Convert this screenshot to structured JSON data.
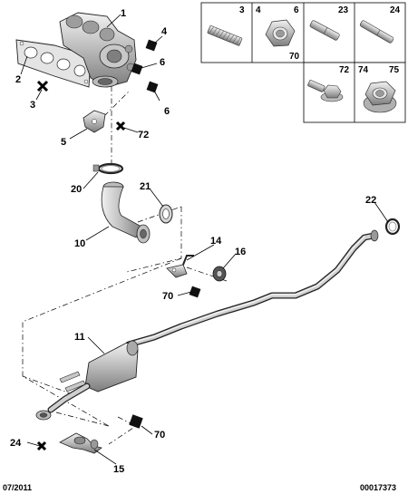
{
  "callouts": {
    "c1": "1",
    "c2": "2",
    "c3": "3",
    "c4": "4",
    "c5": "5",
    "c6a": "6",
    "c6b": "6",
    "c72": "72",
    "c20": "20",
    "c21": "21",
    "c10": "10",
    "c22": "22",
    "c14": "14",
    "c16": "16",
    "c70a": "70",
    "c11": "11",
    "c70b": "70",
    "c24": "24",
    "c15": "15"
  },
  "fastener_table": {
    "cells": [
      {
        "labels": [
          "3"
        ],
        "icon": "stud-bolt-icon"
      },
      {
        "labels": [
          "4",
          "6",
          "70"
        ],
        "icon": "hex-nut-icon"
      },
      {
        "labels": [
          "23"
        ],
        "icon": "stud-short-icon"
      },
      {
        "labels": [
          "24"
        ],
        "icon": "stud-long-icon"
      },
      {
        "labels": [
          "72"
        ],
        "icon": "flange-bolt-icon"
      },
      {
        "labels": [
          "74",
          "75"
        ],
        "icon": "flange-nut-icon"
      }
    ]
  },
  "footer": {
    "date": "07/2011",
    "code": "00017373"
  },
  "colors": {
    "line": "#000000",
    "part_fill": "#d8d8d8",
    "part_dark": "#8a8a8a"
  }
}
